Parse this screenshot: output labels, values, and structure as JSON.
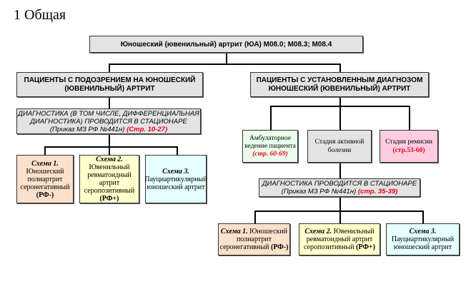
{
  "heading": "1 Общая",
  "root": {
    "text": "Юношеский (ювенильный) артрит (ЮА) М08.0; М08.3; М08.4"
  },
  "left": {
    "title_line1": "ПАЦИЕНТЫ С ПОДОЗРЕНИЕМ НА ЮНОШЕСКИЙ",
    "title_line2": "(ЮВЕНИЛЬНЫЙ) АРТРИТ",
    "diag_line1": "ДИАГНОСТИКА (В ТОМ ЧИСЛЕ, ДИФФЕРЕНЦИАЛЬНАЯ",
    "diag_line2": "ДИАГНОСТИКА) ПРОВОДИТСЯ В СТАЦИОНАРЕ",
    "diag_order": "(Приказ МЗ РФ №441н)",
    "diag_ref": "(Стр. 10-27)",
    "schemes": [
      {
        "label": "Схема 1.",
        "l1": "Юношеский",
        "l2": "полиартрит",
        "l3": "серонегативный",
        "l4": "(РФ-)"
      },
      {
        "label": "Схема 2.",
        "l1": "Ювенильный",
        "l2": "ревматоидный",
        "l3": "артрит",
        "l4": "серопозитивный",
        "l5": "(РФ+)"
      },
      {
        "label": "Схема 3.",
        "l1": "Пауциартикулярный",
        "l2": "юношеский артрит"
      }
    ]
  },
  "right": {
    "title_line1": "ПАЦИЕНТЫ С УСТАНОВЛЕННЫМ ДИАГНОЗОМ",
    "title_line2": "ЮНОШЕСКИЙ (ЮВЕНИЛЬНЫЙ) АРТРИТ",
    "outpatient": {
      "l1": "Амбулаторное",
      "l2": "ведение пациента",
      "ref": "(стр. 60-69)"
    },
    "active": {
      "l1": "Стадия активной",
      "l2": "болезни"
    },
    "remission": {
      "l1": "Стадия ремисии",
      "ref": "(стр.53-60)"
    },
    "diag_line1": "ДИАГНОСТИКА ПРОВОДИТСЯ В СТАЦИОНАРЕ",
    "diag_order": "(Приказ МЗ РФ №441н)",
    "diag_ref": "(стр. 35-39)",
    "schemes": [
      {
        "label": "Схема 1.",
        "l1": "Юношеский",
        "l2": "полиартрит",
        "l3": "серонегативный",
        "l4": "(РФ-)"
      },
      {
        "label": "Схема 2.",
        "l1": "Ювенильный",
        "l2": "ревматоидный артрит",
        "l3": "серопозитивный",
        "l4": "(РФ+)"
      },
      {
        "label": "Схема 3.",
        "l1": "Пауциартикулярный",
        "l2": "юношеский артрит"
      }
    ]
  }
}
